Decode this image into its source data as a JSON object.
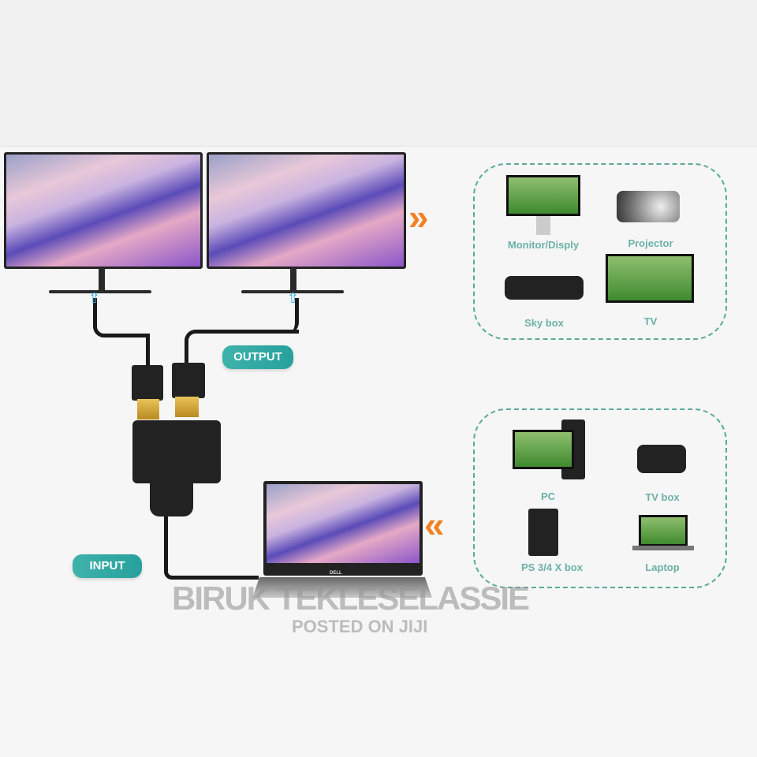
{
  "labels": {
    "output": "OUTPUT",
    "input": "INPUT"
  },
  "output_devices": [
    {
      "label": "Monitor/Disply"
    },
    {
      "label": "Projector"
    },
    {
      "label": "Sky box"
    },
    {
      "label": "TV"
    }
  ],
  "input_devices": [
    {
      "label": "PC"
    },
    {
      "label": "TV box"
    },
    {
      "label": "PS 3/4 X box"
    },
    {
      "label": "Laptop"
    }
  ],
  "laptop_brand": "DELL",
  "arrows": {
    "output": "»",
    "input": "«"
  },
  "watermark": {
    "name": "BIRUK TEKLESELASSIE",
    "posted": "POSTED ON JIJI"
  },
  "colors": {
    "accent": "#2fa8a3",
    "arrow": "#f08224",
    "dashed_border": "#5aa99c"
  }
}
